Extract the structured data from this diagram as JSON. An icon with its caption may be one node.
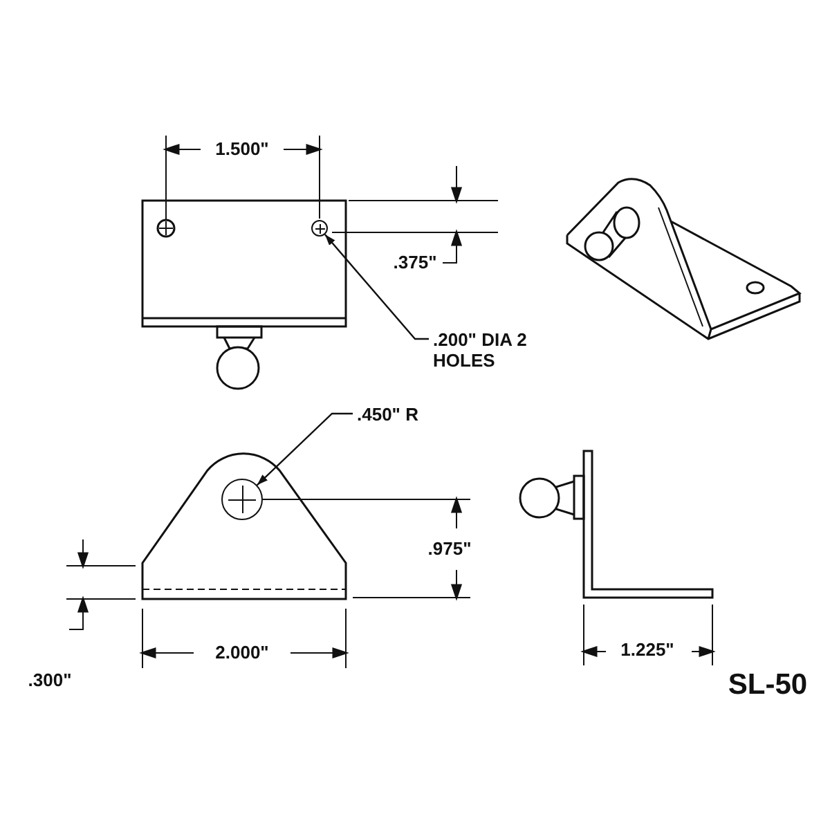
{
  "diagram": {
    "nodes": [
      {
        "text": [
          ".200\" DIA 2 HOLES"
        ]
      },
      {
        "text": [],
        "shape": "circle"
      },
      {
        "text": [
          ".450\" R"
        ]
      },
      {
        "text": [],
        "shape": "circle"
      }
    ],
    "edges": [
      {
        "from": 0,
        "to": 1,
        "arrow": "to"
      },
      {
        "from": 2,
        "to": 3,
        "arrow": "to"
      }
    ],
    "labels": [
      "1.500\"",
      ".375\"",
      ".975\"",
      "2.000\"",
      ".300\"",
      "1.225\"",
      "SL-50"
    ]
  }
}
